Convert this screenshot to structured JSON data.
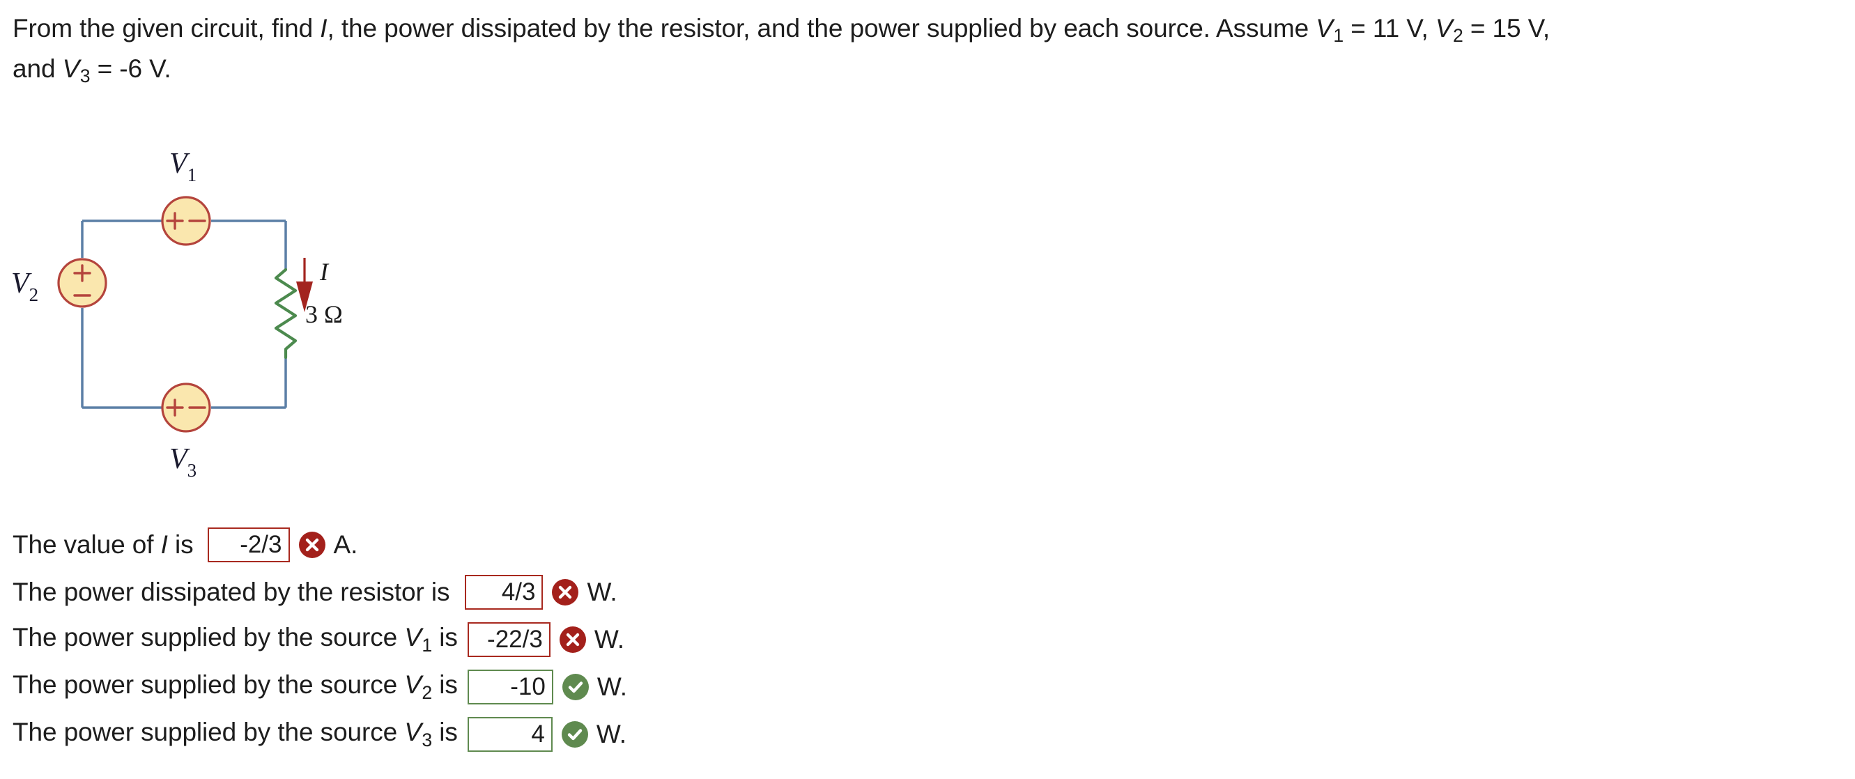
{
  "problem": {
    "text_part1": "From the given circuit, find ",
    "symbol_I": "I",
    "text_part2": ", the power dissipated by the resistor, and the power supplied by each source. Assume ",
    "assume": [
      {
        "var": "V",
        "sub": "1",
        "eq": " = 11 V,  "
      },
      {
        "var": "V",
        "sub": "2",
        "eq": " = 15 V,"
      }
    ],
    "line2_prefix": "and ",
    "line2_var": "V",
    "line2_sub": "3",
    "line2_suffix": " = -6 V."
  },
  "circuit": {
    "labels": {
      "v1": "V",
      "v1_sub": "1",
      "v2": "V",
      "v2_sub": "2",
      "v3": "V",
      "v3_sub": "3",
      "current": "I",
      "resistor": "3 Ω"
    },
    "source_signs": {
      "horizontal_left": "+",
      "horizontal_right": "−",
      "vertical_top": "+",
      "vertical_bottom": "−"
    },
    "colors": {
      "wire": "#5b7fa6",
      "source_fill": "#fae7ae",
      "source_stroke": "#b4443c",
      "sign": "#b4443c",
      "resistor": "#4c8a4e",
      "current_arrow": "#a3241f",
      "label_text": "#1a1a2e"
    }
  },
  "answers": {
    "rows": [
      {
        "label_prefix": "The value of ",
        "label_var": "I",
        "label_var_sub": "",
        "label_suffix": " is",
        "value": "-2/3",
        "status": "wrong",
        "unit": "A."
      },
      {
        "label_prefix": "The power dissipated by the resistor is",
        "label_var": "",
        "label_var_sub": "",
        "label_suffix": "",
        "value": "4/3",
        "status": "wrong",
        "unit": "W."
      },
      {
        "label_prefix": "The power supplied by the source ",
        "label_var": "V",
        "label_var_sub": "1",
        "label_suffix": " is",
        "value": "-22/3",
        "status": "wrong",
        "unit": "W."
      },
      {
        "label_prefix": "The power supplied by the source ",
        "label_var": "V",
        "label_var_sub": "2",
        "label_suffix": " is",
        "value": "-10",
        "status": "correct",
        "unit": "W."
      },
      {
        "label_prefix": "The power supplied by the source ",
        "label_var": "V",
        "label_var_sub": "3",
        "label_suffix": " is",
        "value": "4",
        "status": "correct",
        "unit": "W."
      }
    ],
    "icon_names": {
      "wrong": "incorrect-icon",
      "correct": "correct-icon"
    },
    "colors": {
      "wrong": "#a3201b",
      "correct": "#5f8a4f"
    }
  }
}
